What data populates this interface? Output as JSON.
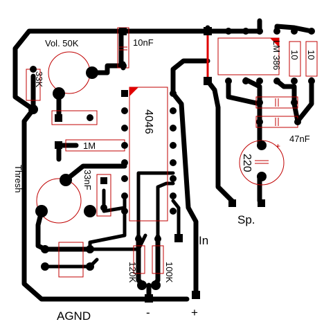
{
  "labels": {
    "vol": "Vol. 50K",
    "cap_10nf": "10nF",
    "res_33k": "33K",
    "ic_4046": "4046",
    "res_1m": "1M",
    "thresh": "Thresh",
    "cap_33nf": "33nF",
    "lm386": "LM 386",
    "res_10_a": "10",
    "res_10_b": "10",
    "cap_47nf": "47nF",
    "cap_220": "220",
    "sp": "Sp.",
    "in": "In",
    "res_120k": "120K",
    "res_100k": "100K",
    "agnd": "AGND",
    "minus": "-",
    "plus": "+"
  },
  "colors": {
    "copper": "#000000",
    "silkscreen": "#c00000",
    "jumper": "#e00000",
    "background": "#ffffff"
  }
}
